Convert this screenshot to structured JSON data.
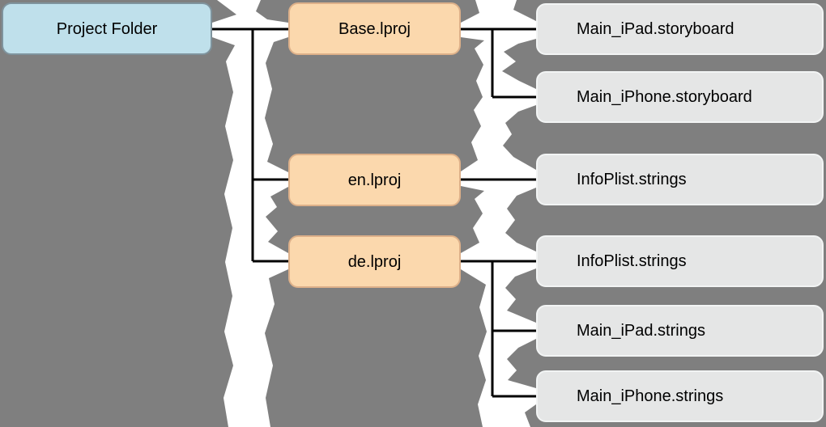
{
  "colors": {
    "background": "#7f7f7f",
    "torn-paper": "#ffffff",
    "connector": "#000000",
    "root-fill": "#bfe0eb",
    "root-border": "#7f939d",
    "lproj-fill": "#fbd8ad",
    "lproj-border": "#ddb089",
    "file-fill": "#e5e6e6",
    "file-border": "#f2f4f4",
    "text": "#000000"
  },
  "diagram": {
    "root": {
      "label": "Project Folder"
    },
    "folders": [
      {
        "label": "Base.lproj",
        "files": [
          "Main_iPad.storyboard",
          "Main_iPhone.storyboard"
        ]
      },
      {
        "label": "en.lproj",
        "files": [
          "InfoPlist.strings"
        ]
      },
      {
        "label": "de.lproj",
        "files": [
          "InfoPlist.strings",
          "Main_iPad.strings",
          "Main_iPhone.strings"
        ]
      }
    ]
  }
}
